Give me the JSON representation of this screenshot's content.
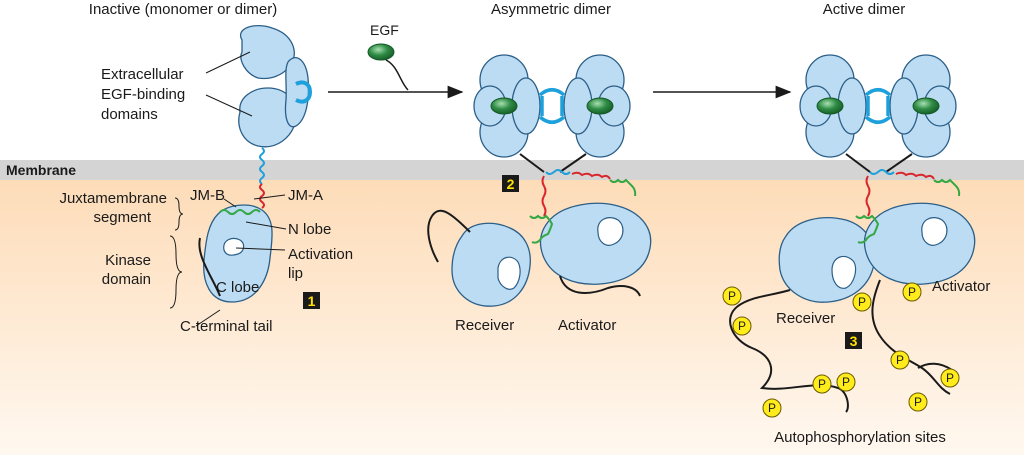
{
  "stages": {
    "inactive": "Inactive (monomer or dimer)",
    "asymmetric": "Asymmetric dimer",
    "active": "Active dimer"
  },
  "ligand": "EGF",
  "membrane": "Membrane",
  "labels": {
    "extracellular_1": "Extracellular",
    "extracellular_2": "EGF-binding",
    "extracellular_3": "domains",
    "juxta_1": "Juxtamembrane",
    "juxta_2": "segment",
    "kinase_1": "Kinase",
    "kinase_2": "domain",
    "jm_b": "JM-B",
    "jm_a": "JM-A",
    "n_lobe": "N lobe",
    "activation_1": "Activation",
    "activation_2": "lip",
    "c_lobe": "C lobe",
    "c_tail": "C-terminal tail",
    "receiver_2": "Receiver",
    "activator_2": "Activator",
    "receiver_3": "Receiver",
    "activator_3": "Activator",
    "autophos": "Autophosphorylation sites"
  },
  "steps": [
    "1",
    "2",
    "3"
  ],
  "phospho_symbol": "P",
  "colors": {
    "domain_fill": "#bcdcf3",
    "domain_stroke": "#2b5f88",
    "egf": "#2e8b45",
    "tether": "#1ea0dc",
    "membrane": "#d4d4d4",
    "cytoplasm_top": "#fddcb8",
    "jm_red": "#d8262c",
    "jm_green": "#35a845",
    "phospho": "#ffec1a",
    "step_box": "#1a1a1a"
  }
}
